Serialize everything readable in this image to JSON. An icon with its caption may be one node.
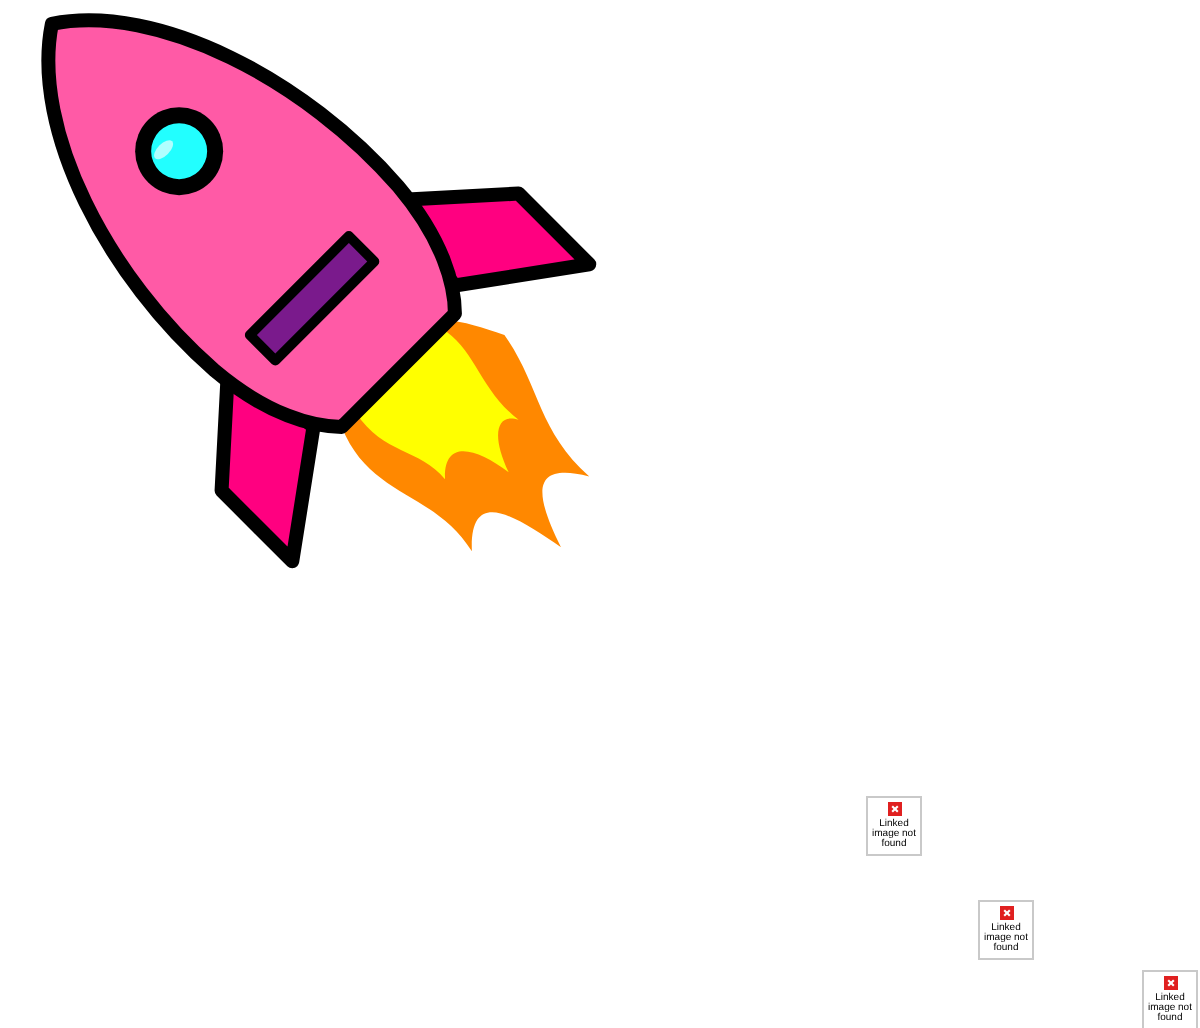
{
  "diagram": {
    "labels": [
      "Linked image not found",
      "Linked image not found",
      "Linked image not found"
    ]
  }
}
